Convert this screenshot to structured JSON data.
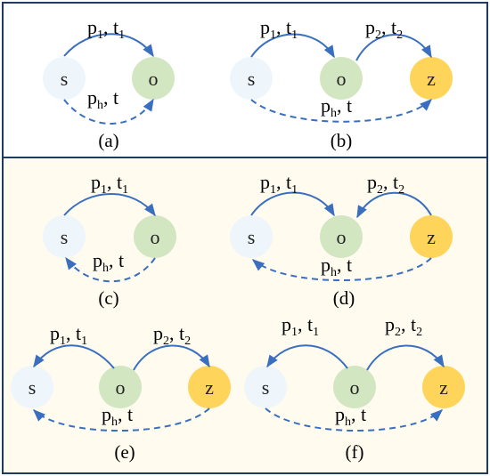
{
  "colors": {
    "s_fill": "#eef6fc",
    "o_fill": "#d3e6c2",
    "z_fill": "#ffd45a",
    "arrow": "#3a6fc0",
    "top_panel_bg": "#ffffff",
    "bottom_panel_bg": "#fffbef",
    "border": "#1f3a5f"
  },
  "nodes": {
    "s": "s",
    "o": "o",
    "z": "z"
  },
  "labels": {
    "p1": "p",
    "p1_sub": "1",
    "t1": "t",
    "t1_sub": "1",
    "p2": "p",
    "p2_sub": "2",
    "t2": "t",
    "t2_sub": "2",
    "ph": "p",
    "ph_sub": "h",
    "t": "t",
    "sep": ", "
  },
  "captions": {
    "a": "(a)",
    "b": "(b)",
    "c": "(c)",
    "d": "(d)",
    "e": "(e)",
    "f": "(f)"
  }
}
